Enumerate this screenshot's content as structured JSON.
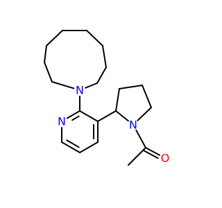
{
  "molecule": {
    "colors": {
      "bond": "#000000",
      "nitrogen": "#0000ff",
      "oxygen": "#ff0000",
      "background": "#ffffff"
    },
    "atoms": [
      {
        "id": "n_azepane",
        "label": "N",
        "element": "nitrogen"
      },
      {
        "id": "n_pyridine",
        "label": "N",
        "element": "nitrogen"
      },
      {
        "id": "n_pyrrolidine",
        "label": "N",
        "element": "nitrogen"
      },
      {
        "id": "o_carbonyl",
        "label": "O",
        "element": "oxygen"
      }
    ]
  }
}
